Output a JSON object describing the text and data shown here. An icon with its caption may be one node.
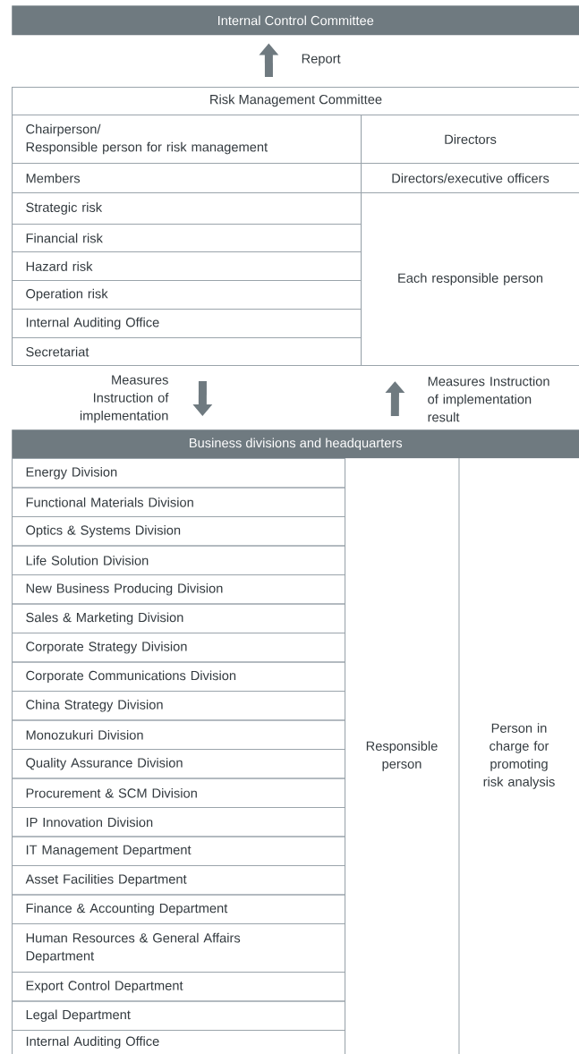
{
  "diagram": {
    "nodes": [
      {
        "text": [
          "Internal Control Committee"
        ]
      },
      {
        "text": [
          "Risk Management Committee"
        ]
      },
      {
        "text": [
          "Chairperson/",
          "Responsible person for risk management"
        ],
        "in": 1
      },
      {
        "text": [
          "Directors"
        ],
        "in": 1
      },
      {
        "text": [
          "Members"
        ],
        "in": 1
      },
      {
        "text": [
          "Directors/executive officers"
        ],
        "in": 1
      },
      {
        "text": [
          "Strategic risk"
        ],
        "in": 1
      },
      {
        "text": [
          "Financial risk"
        ],
        "in": 1
      },
      {
        "text": [
          "Hazard risk"
        ],
        "in": 1
      },
      {
        "text": [
          "Operation risk"
        ],
        "in": 1
      },
      {
        "text": [
          "Internal Auditing Office"
        ],
        "in": 1
      },
      {
        "text": [
          "Secretariat"
        ],
        "in": 1
      },
      {
        "text": [
          "Each responsible person"
        ],
        "in": 1
      },
      {
        "text": [
          "Business divisions and headquarters"
        ]
      },
      {
        "text": [
          "Energy Division"
        ]
      },
      {
        "text": [
          "Functional Materials Division"
        ]
      },
      {
        "text": [
          "Optics & Systems Division"
        ]
      },
      {
        "text": [
          "Life Solution Division"
        ]
      },
      {
        "text": [
          "New Business Producing Division"
        ]
      },
      {
        "text": [
          "Sales & Marketing Division"
        ]
      },
      {
        "text": [
          "Corporate Strategy Division"
        ]
      },
      {
        "text": [
          "Corporate Communications Division"
        ]
      },
      {
        "text": [
          "China Strategy Division"
        ]
      },
      {
        "text": [
          "Monozukuri Division"
        ]
      },
      {
        "text": [
          "Quality Assurance Division"
        ]
      },
      {
        "text": [
          "Procurement & SCM Division"
        ]
      },
      {
        "text": [
          "IP Innovation Division"
        ]
      },
      {
        "text": [
          "IT Management Department"
        ]
      },
      {
        "text": [
          "Asset Facilities Department"
        ]
      },
      {
        "text": [
          "Finance & Accounting Department"
        ]
      },
      {
        "text": [
          "Human Resources & General Affairs Department"
        ]
      },
      {
        "text": [
          "Export Control Department"
        ]
      },
      {
        "text": [
          "Legal Department"
        ]
      },
      {
        "text": [
          "Internal Auditing Office"
        ]
      },
      {
        "text": [
          "Responsible person"
        ]
      },
      {
        "text": [
          "Person in charge for promoting risk analysis"
        ]
      }
    ],
    "edges": [
      {
        "from": 1,
        "to": 0,
        "arrow": "to",
        "label": "Report"
      },
      {
        "from": 1,
        "to": 13,
        "arrow": "to",
        "label": "Measures Instruction of implementation"
      },
      {
        "from": 13,
        "to": 1,
        "arrow": "to",
        "label": "Measures Instruction of implementation result"
      }
    ]
  }
}
